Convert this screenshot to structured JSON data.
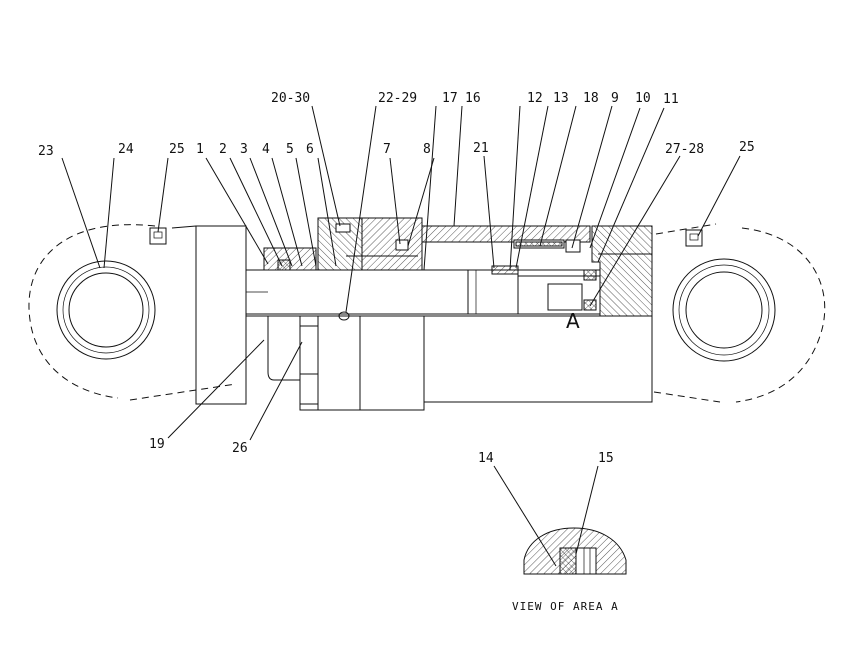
{
  "callouts": {
    "c1": "1",
    "c2": "2",
    "c3": "3",
    "c4": "4",
    "c5": "5",
    "c6": "6",
    "c7": "7",
    "c8": "8",
    "c9": "9",
    "c10": "10",
    "c11": "11",
    "c12": "12",
    "c13": "13",
    "c14": "14",
    "c15": "15",
    "c16": "16",
    "c17": "17",
    "c18": "18",
    "c19": "19",
    "c20_30": "20-30",
    "c21": "21",
    "c22_29": "22-29",
    "c23": "23",
    "c24": "24",
    "c25_left": "25",
    "c25_right": "25",
    "c26": "26",
    "c27_28": "27-28"
  },
  "area_marker": "A",
  "detail_caption": "VIEW OF AREA A"
}
